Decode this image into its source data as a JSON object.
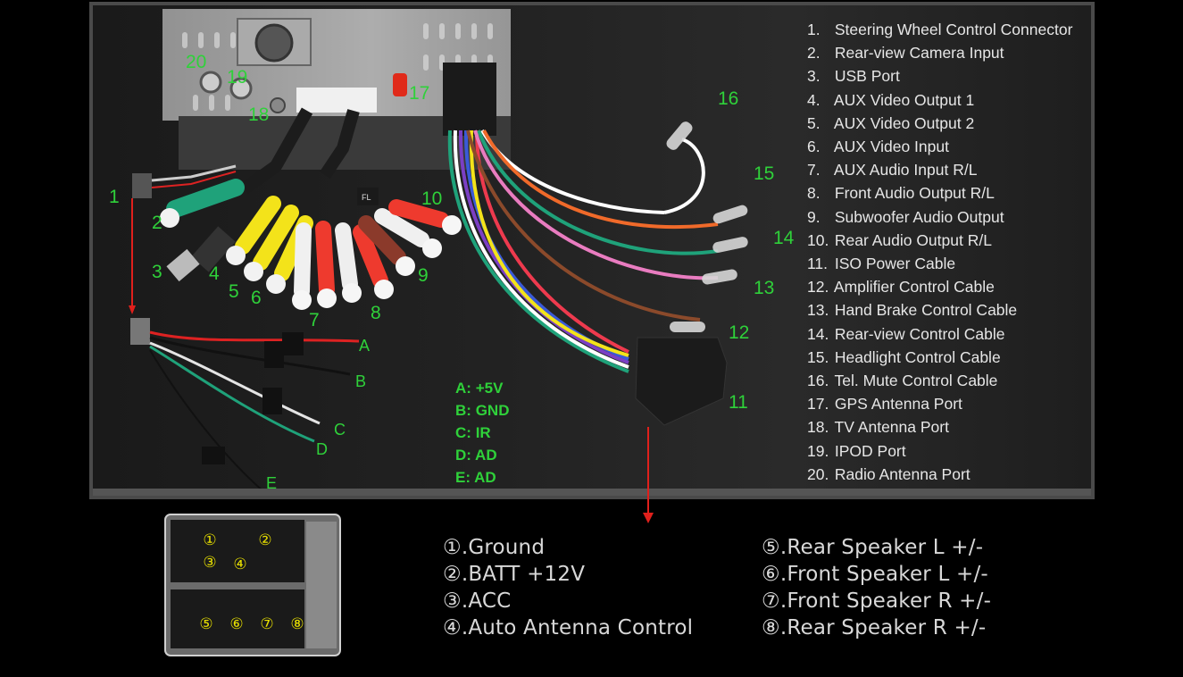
{
  "title": "Car Stereo Rear Panel Wiring Diagram",
  "colors": {
    "callout": "#2fd13a",
    "arrow": "#e0201c",
    "list_text": "#e6e6e6",
    "pin_text": "#d8d8d8",
    "pin_marker": "#e8e000"
  },
  "callouts": {
    "c1": "1",
    "c2": "2",
    "c3": "3",
    "c4": "4",
    "c5": "5",
    "c6": "6",
    "c7": "7",
    "c8": "8",
    "c9": "9",
    "c10": "10",
    "c11": "11",
    "c12": "12",
    "c13": "13",
    "c14": "14",
    "c15": "15",
    "c16": "16",
    "c17": "17",
    "c18": "18",
    "c19": "19",
    "c20": "20",
    "cA": "A",
    "cB": "B",
    "cC": "C",
    "cD": "D",
    "cE": "E"
  },
  "wire_tags": {
    "a": "+5V",
    "b": "GND",
    "c": "AD",
    "e": "AD",
    "fl": "FL"
  },
  "wire_legend": [
    {
      "key": "A:",
      "value": "+5V"
    },
    {
      "key": "B:",
      "value": "GND"
    },
    {
      "key": "C:",
      "value": "IR"
    },
    {
      "key": "D:",
      "value": "AD"
    },
    {
      "key": "E:",
      "value": "AD"
    }
  ],
  "components": [
    {
      "num": "1.",
      "label": "Steering Wheel Control Connector"
    },
    {
      "num": "2.",
      "label": "Rear-view Camera Input"
    },
    {
      "num": "3.",
      "label": "USB Port"
    },
    {
      "num": "4.",
      "label": "AUX Video Output 1"
    },
    {
      "num": "5.",
      "label": "AUX Video Output 2"
    },
    {
      "num": "6.",
      "label": "AUX Video Input"
    },
    {
      "num": "7.",
      "label": "AUX Audio Input R/L"
    },
    {
      "num": "8.",
      "label": "Front Audio Output R/L"
    },
    {
      "num": "9.",
      "label": "Subwoofer Audio Output"
    },
    {
      "num": "10.",
      "label": "Rear Audio Output R/L"
    },
    {
      "num": "11.",
      "label": "ISO Power Cable"
    },
    {
      "num": "12.",
      "label": "Amplifier Control Cable"
    },
    {
      "num": "13.",
      "label": "Hand Brake Control Cable"
    },
    {
      "num": "14.",
      "label": "Rear-view Control Cable"
    },
    {
      "num": "15.",
      "label": "Headlight Control Cable"
    },
    {
      "num": "16.",
      "label": "Tel. Mute Control Cable"
    },
    {
      "num": "17.",
      "label": "GPS Antenna Port"
    },
    {
      "num": "18.",
      "label": "TV Antenna Port"
    },
    {
      "num": "19.",
      "label": "IPOD Port"
    },
    {
      "num": "20.",
      "label": "Radio Antenna Port"
    }
  ],
  "iso_pins": {
    "p1": "①",
    "p2": "②",
    "p3": "③",
    "p4": "④",
    "p5": "⑤",
    "p6": "⑥",
    "p7": "⑦",
    "p8": "⑧"
  },
  "pin_legend_left": [
    "①.Ground",
    "②.BATT +12V",
    "③.ACC",
    "④.Auto Antenna Control"
  ],
  "pin_legend_right": [
    "⑤.Rear Speaker L +/-",
    "⑥.Front Speaker L +/-",
    "⑦.Front Speaker R +/-",
    "⑧.Rear Speaker R +/-"
  ]
}
